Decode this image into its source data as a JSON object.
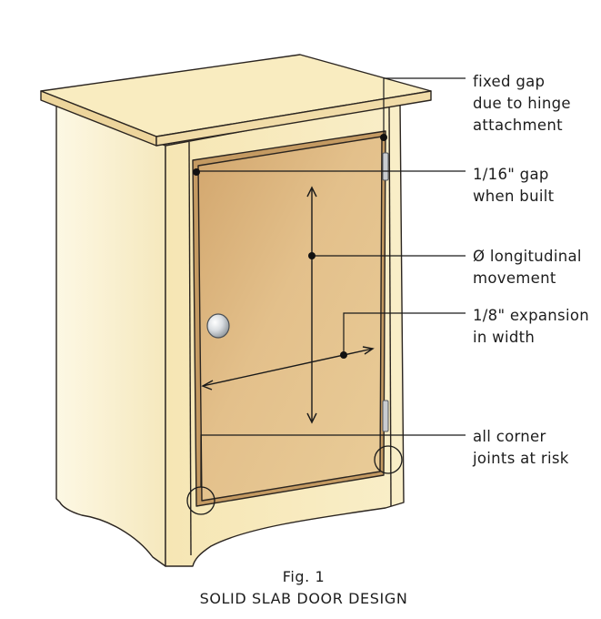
{
  "annotations": [
    {
      "id": "fixed-gap",
      "lines": [
        "fixed gap",
        "due to hinge",
        "attachment"
      ]
    },
    {
      "id": "sixteenth-gap",
      "lines": [
        "1/16\" gap",
        "when built"
      ]
    },
    {
      "id": "longitudinal",
      "lines": [
        "Ø longitudinal",
        "movement"
      ]
    },
    {
      "id": "expansion",
      "lines": [
        "1/8\" expansion",
        "in width"
      ]
    },
    {
      "id": "corner-joints",
      "lines": [
        "all corner",
        "joints at risk"
      ]
    }
  ],
  "caption": {
    "figure": "Fig. 1",
    "title": "SOLID SLAB DOOR DESIGN"
  },
  "colors": {
    "cabinet_face": "#f7ecc4",
    "cabinet_side": "#fbf4d8",
    "top_surface": "#f9ecc0",
    "top_edge": "#ecd49a",
    "door_panel": "#dfba83",
    "door_edge": "#c49a62",
    "knob": "#d5d8dc",
    "hinge": "#c9ccd0"
  }
}
